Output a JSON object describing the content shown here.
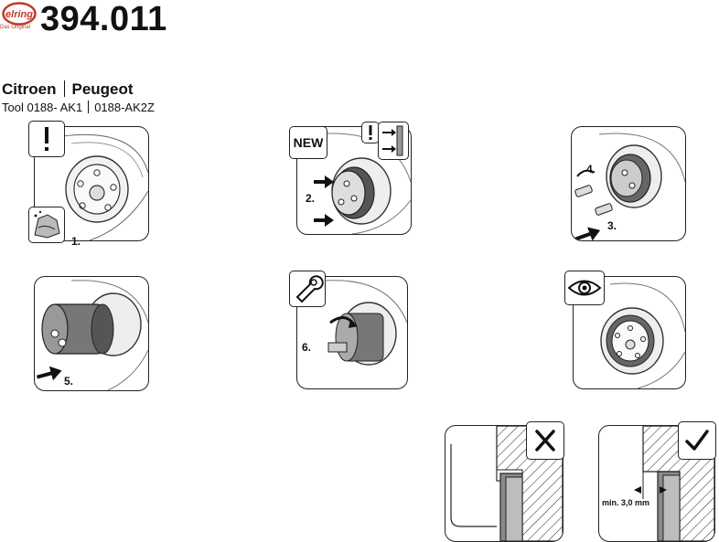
{
  "header": {
    "logo_text": "elring",
    "logo_sub": "Das Original",
    "part_number": "394.011",
    "brand_1": "Citroen",
    "brand_2": "Peugeot",
    "tool_prefix": "Tool 0188- AK1",
    "tool_2": "0188-AK2Z"
  },
  "steps": {
    "s1": "1.",
    "s2": "2.",
    "s3": "3.",
    "s4": "4.",
    "s5": "5.",
    "s6": "6."
  },
  "badges": {
    "new": "NEW",
    "min_label": "min. 3,0 mm"
  },
  "icons": {
    "warning": "exclamation-icon",
    "clean": "cleaning-cloth-icon",
    "wrench": "wrench-icon",
    "eye": "eye-icon",
    "wrong": "cross-icon",
    "right": "check-icon"
  },
  "colors": {
    "brand_red": "#c0392b",
    "line": "#222222",
    "seal_grey": "#8a8a8a"
  }
}
